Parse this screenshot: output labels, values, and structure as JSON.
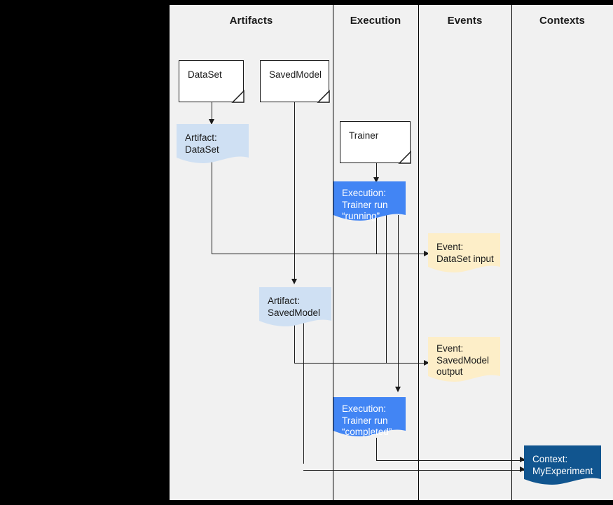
{
  "diagram": {
    "type": "swimlane-flowchart",
    "background_color": "#f1f1f1",
    "outer_background_color": "#000000",
    "lanes": [
      {
        "name": "artifacts",
        "label": "Artifacts"
      },
      {
        "name": "execution",
        "label": "Execution"
      },
      {
        "name": "events",
        "label": "Events"
      },
      {
        "name": "contexts",
        "label": "Contexts"
      }
    ],
    "colors": {
      "artifact_fill": "#cfe0f3",
      "execution_fill": "#4285f4",
      "event_fill": "#fdeec8",
      "context_fill": "#11558f",
      "type_fill": "#ffffff",
      "stroke": "#1a1a1a",
      "text_dark": "#1a1a1a",
      "text_light": "#ffffff"
    },
    "nodes": {
      "dataset_type": {
        "label": "DataSet",
        "shape": "note",
        "lane": "artifacts"
      },
      "savedmodel_type": {
        "label": "SavedModel",
        "shape": "note",
        "lane": "artifacts"
      },
      "trainer_type": {
        "label": "Trainer",
        "shape": "note",
        "lane": "execution"
      },
      "artifact_dataset": {
        "label": "Artifact:\nDataSet",
        "shape": "document",
        "lane": "artifacts"
      },
      "artifact_savedmodel": {
        "label": "Artifact:\nSavedModel",
        "shape": "document",
        "lane": "artifacts"
      },
      "execution_running": {
        "label": "Execution:\nTrainer run\n“running”",
        "shape": "document",
        "lane": "execution"
      },
      "execution_completed": {
        "label": "Execution:\nTrainer run\n“completed”",
        "shape": "document",
        "lane": "execution"
      },
      "event_dataset_input": {
        "label": "Event:\nDataSet input",
        "shape": "document",
        "lane": "events"
      },
      "event_savedmodel_output": {
        "label": "Event:\nSavedModel\noutput",
        "shape": "document",
        "lane": "events"
      },
      "context_myexperiment": {
        "label": "Context:\nMyExperiment",
        "shape": "document",
        "lane": "contexts"
      }
    }
  }
}
